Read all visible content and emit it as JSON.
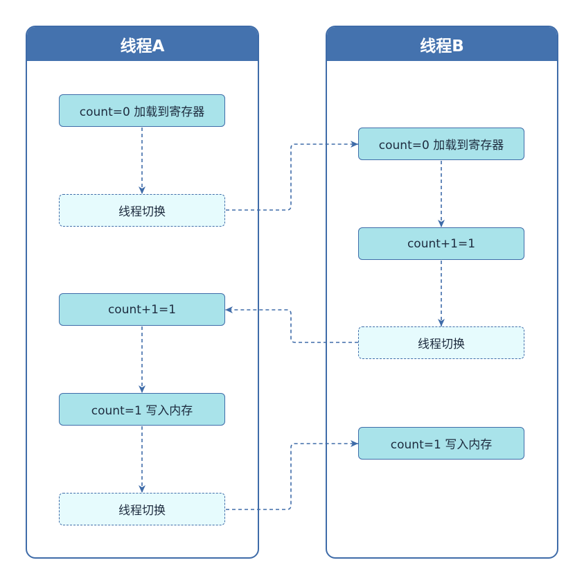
{
  "colors": {
    "border": "#3e6ba8",
    "header": "#4472ae",
    "solid_fill": "#a9e3ea",
    "dashed_fill": "#e6fbfd",
    "text": "#1d2b3e"
  },
  "lanes": [
    {
      "title": "线程A",
      "nodes": [
        {
          "label": "count=0 加载到寄存器",
          "dashed": false
        },
        {
          "label": "线程切换",
          "dashed": true
        },
        {
          "label": "count+1=1",
          "dashed": false
        },
        {
          "label": "count=1 写入内存",
          "dashed": false
        },
        {
          "label": "线程切换",
          "dashed": true
        }
      ]
    },
    {
      "title": "线程B",
      "nodes": [
        {
          "label": "count=0 加载到寄存器",
          "dashed": false
        },
        {
          "label": "count+1=1",
          "dashed": false
        },
        {
          "label": "线程切换",
          "dashed": true
        },
        {
          "label": "count=1 写入内存",
          "dashed": false
        }
      ]
    }
  ]
}
